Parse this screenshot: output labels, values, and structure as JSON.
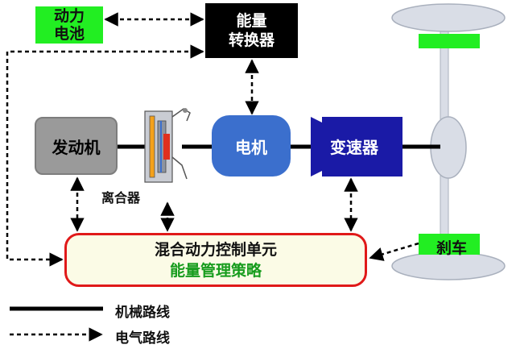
{
  "battery": {
    "line1": "动力",
    "line2": "电池"
  },
  "converter": {
    "line1": "能量",
    "line2": "转换器"
  },
  "engine": {
    "label": "发动机"
  },
  "clutch": {
    "label": "离合器"
  },
  "motor": {
    "label": "电机"
  },
  "transmission": {
    "label": "变速器"
  },
  "brake": {
    "label": "刹车"
  },
  "controller": {
    "line1": "混合动力控制单元",
    "line2": "能量管理策略"
  },
  "legend": {
    "mechanical": "机械路线",
    "electrical": "电气路线"
  },
  "colors": {
    "battery": "#22ee22",
    "converter": "#000000",
    "engine": "#9a9a9a",
    "motor": "#3b6fcd",
    "transmission": "#1a1aa6",
    "controller_border": "#e01919",
    "strategy_text": "#179c1d",
    "wheel": "#d9dde6",
    "brake": "#22ee22"
  }
}
